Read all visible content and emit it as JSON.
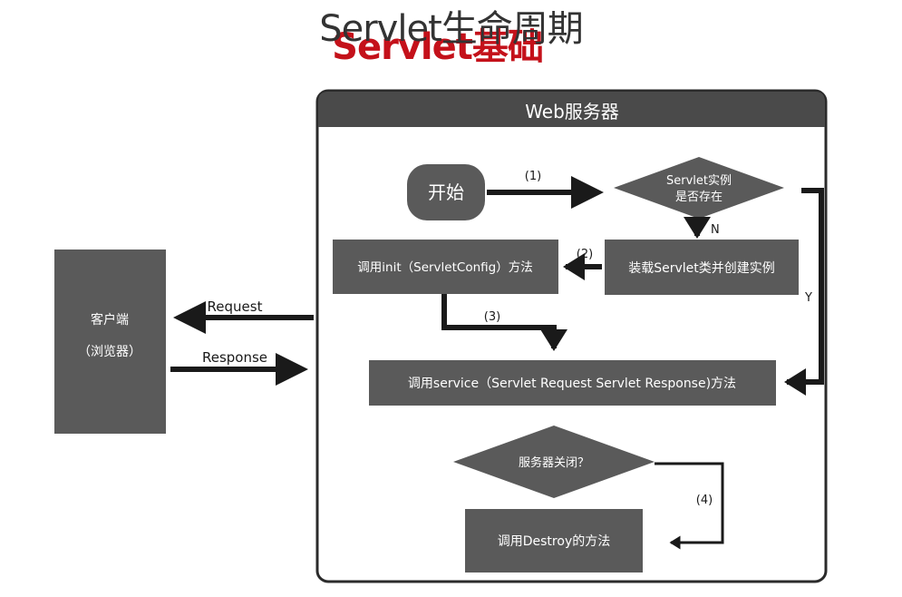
{
  "titles": {
    "back": "Servlet基础",
    "front": "Servlet生命周期"
  },
  "server": {
    "header": "Web服务器"
  },
  "client": {
    "line1": "客户端",
    "line2": "（浏览器）"
  },
  "nodes": {
    "start": "开始",
    "decision_line1": "Servlet实例",
    "decision_line2": "是否存在",
    "load": "装载Servlet类并创建实例",
    "init": "调用init（ServletConfig）方法",
    "service": "调用service（Servlet Request Servlet Response)方法",
    "shutdown": "服务器关闭？",
    "destroy": "调用Destroy的方法"
  },
  "labels": {
    "step1": "(1)",
    "step2": "(2)",
    "step3": "(3)",
    "step4": "(4)",
    "no": "N",
    "yes": "Y",
    "request": "Request",
    "response": "Response"
  },
  "colors": {
    "box": "#5a5a5a",
    "header": "#4a4a4a",
    "arrow": "#1a1a1a",
    "title_red": "#c4111a"
  }
}
